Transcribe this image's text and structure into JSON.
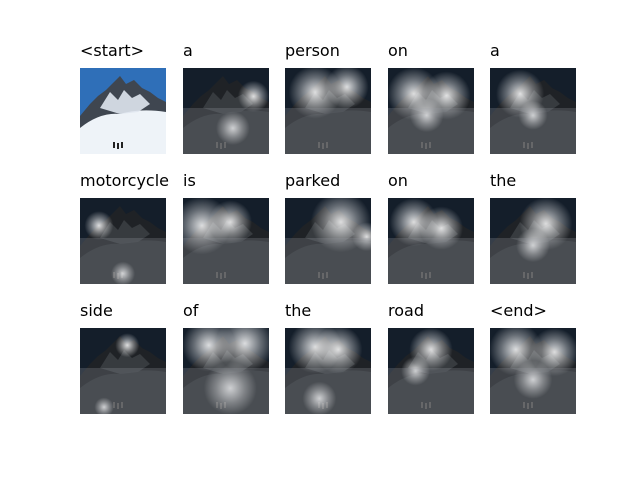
{
  "cells": [
    {
      "word": "<start>",
      "att": null
    },
    {
      "word": "a",
      "att": [
        [
          0.82,
          0.33,
          0.13
        ],
        [
          0.58,
          0.7,
          0.14
        ]
      ]
    },
    {
      "word": "person",
      "att": [
        [
          0.35,
          0.28,
          0.22
        ],
        [
          0.72,
          0.22,
          0.18
        ]
      ]
    },
    {
      "word": "on",
      "att": [
        [
          0.3,
          0.3,
          0.22
        ],
        [
          0.68,
          0.32,
          0.2
        ],
        [
          0.45,
          0.55,
          0.14
        ]
      ]
    },
    {
      "word": "a",
      "att": [
        [
          0.35,
          0.3,
          0.2
        ],
        [
          0.5,
          0.55,
          0.12
        ]
      ]
    },
    {
      "word": "motorcycle",
      "att": [
        [
          0.22,
          0.32,
          0.12
        ],
        [
          0.5,
          0.88,
          0.1
        ]
      ]
    },
    {
      "word": "is",
      "att": [
        [
          0.22,
          0.32,
          0.24
        ],
        [
          0.55,
          0.28,
          0.18
        ]
      ]
    },
    {
      "word": "parked",
      "att": [
        [
          0.65,
          0.28,
          0.25
        ],
        [
          0.95,
          0.45,
          0.12
        ]
      ]
    },
    {
      "word": "on",
      "att": [
        [
          0.3,
          0.28,
          0.2
        ],
        [
          0.62,
          0.35,
          0.18
        ]
      ]
    },
    {
      "word": "the",
      "att": [
        [
          0.65,
          0.3,
          0.22
        ],
        [
          0.5,
          0.55,
          0.14
        ]
      ]
    },
    {
      "word": "side",
      "att": [
        [
          0.55,
          0.2,
          0.1
        ],
        [
          0.28,
          0.92,
          0.08
        ]
      ]
    },
    {
      "word": "of",
      "att": [
        [
          0.3,
          0.2,
          0.22
        ],
        [
          0.72,
          0.18,
          0.24
        ],
        [
          0.55,
          0.7,
          0.22
        ]
      ]
    },
    {
      "word": "the",
      "att": [
        [
          0.35,
          0.22,
          0.22
        ],
        [
          0.62,
          0.25,
          0.2
        ],
        [
          0.4,
          0.82,
          0.14
        ]
      ]
    },
    {
      "word": "road",
      "att": [
        [
          0.5,
          0.25,
          0.18
        ],
        [
          0.32,
          0.5,
          0.12
        ]
      ]
    },
    {
      "word": "<end>",
      "att": [
        [
          0.3,
          0.25,
          0.22
        ],
        [
          0.75,
          0.28,
          0.2
        ],
        [
          0.5,
          0.6,
          0.16
        ]
      ]
    }
  ]
}
